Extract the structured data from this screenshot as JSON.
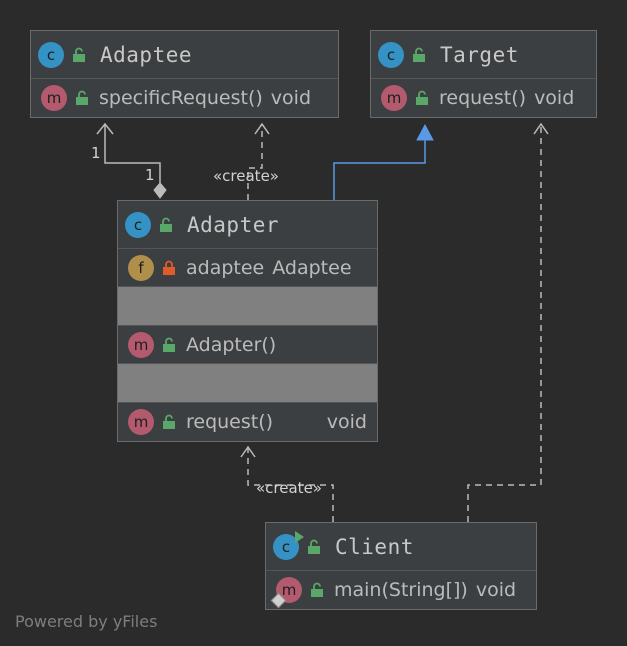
{
  "classes": {
    "adaptee": {
      "name": "Adaptee",
      "kind_icon": "class-icon",
      "members": [
        {
          "icon": "method-icon",
          "name": "specificRequest()",
          "type": "void"
        }
      ]
    },
    "target": {
      "name": "Target",
      "kind_icon": "class-icon",
      "members": [
        {
          "icon": "method-icon",
          "name": "request()",
          "type": "void"
        }
      ]
    },
    "adapter": {
      "name": "Adapter",
      "kind_icon": "class-icon",
      "field": {
        "icon": "field-icon",
        "name": "adaptee",
        "type": "Adaptee"
      },
      "constructor": {
        "icon": "method-icon",
        "name": "Adapter()"
      },
      "method": {
        "icon": "method-icon",
        "name": "request()",
        "type": "void"
      }
    },
    "client": {
      "name": "Client",
      "kind_icon": "runnable-class-icon",
      "members": [
        {
          "icon": "static-method-icon",
          "name": "main(String[])",
          "type": "void"
        }
      ]
    }
  },
  "icon_letters": {
    "class": "c",
    "method": "m",
    "field": "f"
  },
  "edges": {
    "association_source_multiplicity": "1",
    "association_target_multiplicity": "1",
    "create_adaptee_label": "«create»",
    "create_adapter_label": "«create»"
  },
  "colors": {
    "inheritance": "#5899e8",
    "dependency": "#bbbbbb",
    "public_lock": "#59a869",
    "private_lock": "#e05a2b"
  },
  "footer": "Powered by yFiles"
}
